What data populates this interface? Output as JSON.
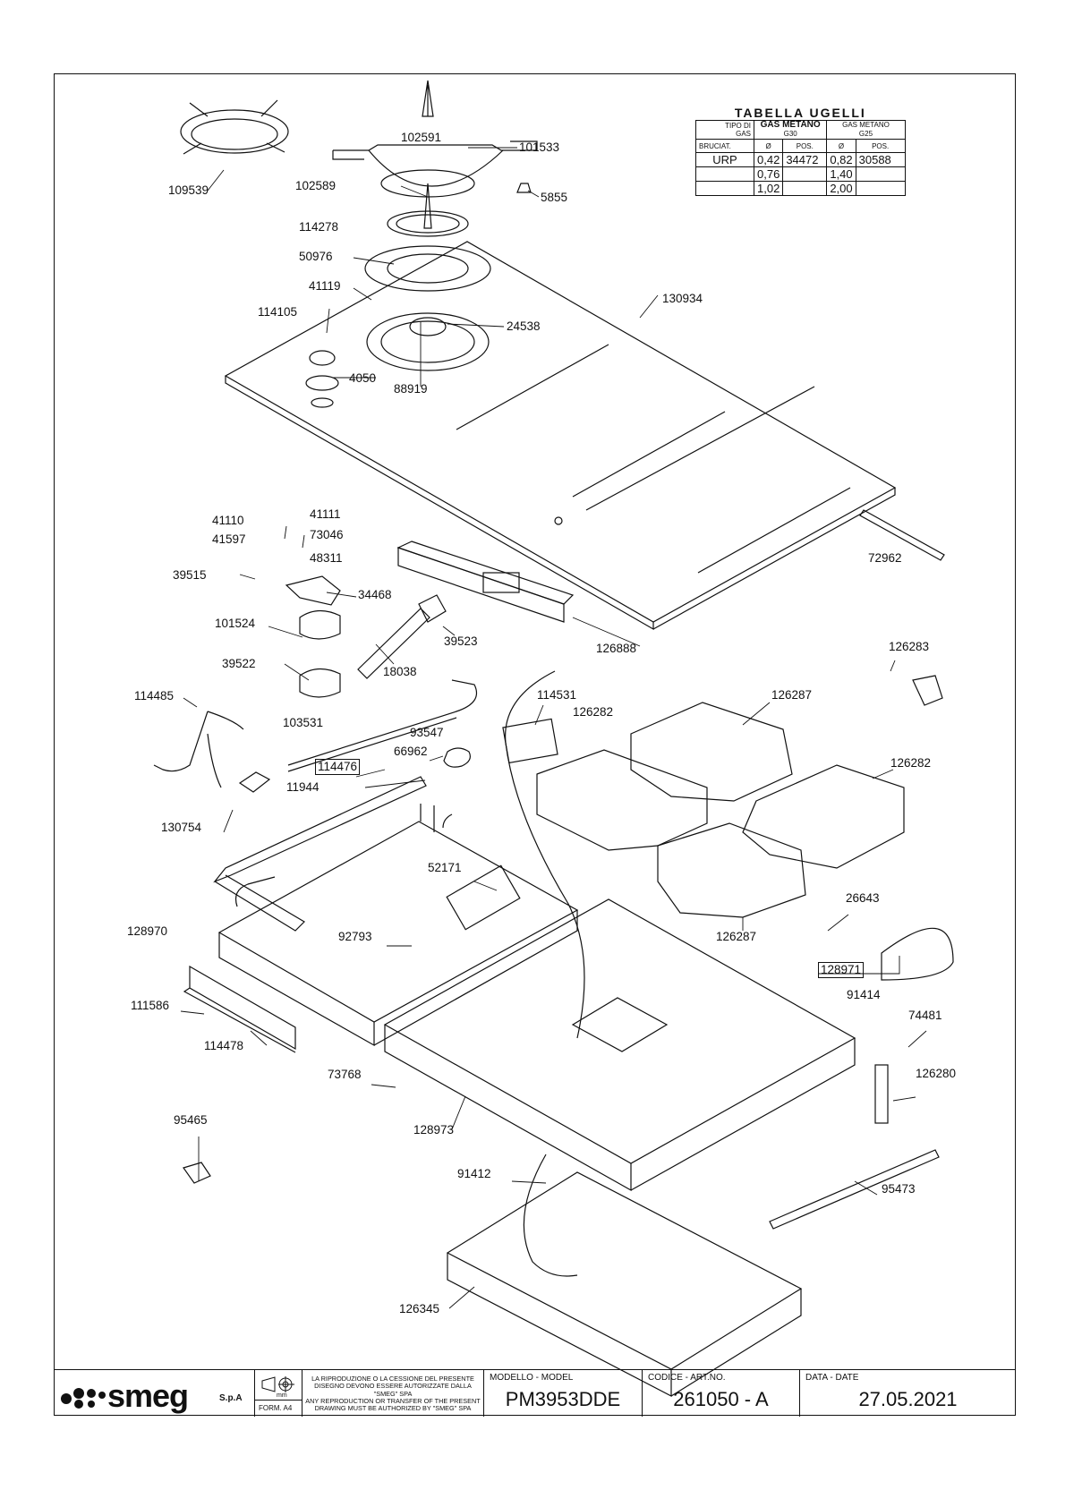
{
  "callouts": [
    {
      "id": "109539",
      "text": "109539"
    },
    {
      "id": "102591",
      "text": "102591"
    },
    {
      "id": "101533",
      "text": "101533"
    },
    {
      "id": "102589",
      "text": "102589"
    },
    {
      "id": "5855",
      "text": "5855"
    },
    {
      "id": "114278",
      "text": "114278"
    },
    {
      "id": "50976",
      "text": "50976"
    },
    {
      "id": "41119",
      "text": "41119"
    },
    {
      "id": "114105",
      "text": "114105"
    },
    {
      "id": "130934",
      "text": "130934"
    },
    {
      "id": "24538",
      "text": "24538"
    },
    {
      "id": "4050",
      "text": "4050"
    },
    {
      "id": "88919",
      "text": "88919"
    },
    {
      "id": "41110",
      "text": "41110"
    },
    {
      "id": "41111",
      "text": "41111"
    },
    {
      "id": "73046",
      "text": "73046"
    },
    {
      "id": "41597",
      "text": "41597"
    },
    {
      "id": "48311",
      "text": "48311"
    },
    {
      "id": "39515",
      "text": "39515"
    },
    {
      "id": "34468",
      "text": "34468"
    },
    {
      "id": "72962",
      "text": "72962"
    },
    {
      "id": "101524",
      "text": "101524"
    },
    {
      "id": "39523",
      "text": "39523"
    },
    {
      "id": "126888",
      "text": "126888"
    },
    {
      "id": "39522",
      "text": "39522"
    },
    {
      "id": "18038",
      "text": "18038"
    },
    {
      "id": "126283",
      "text": "126283"
    },
    {
      "id": "114485",
      "text": "114485"
    },
    {
      "id": "114531",
      "text": "114531"
    },
    {
      "id": "126287a",
      "text": "126287"
    },
    {
      "id": "103531",
      "text": "103531"
    },
    {
      "id": "126282a",
      "text": "126282"
    },
    {
      "id": "93547",
      "text": "93547"
    },
    {
      "id": "114476",
      "text": "114476"
    },
    {
      "id": "66962",
      "text": "66962"
    },
    {
      "id": "126282b",
      "text": "126282"
    },
    {
      "id": "11944",
      "text": "11944"
    },
    {
      "id": "130754",
      "text": "130754"
    },
    {
      "id": "52171",
      "text": "52171"
    },
    {
      "id": "26643",
      "text": "26643"
    },
    {
      "id": "128970",
      "text": "128970"
    },
    {
      "id": "92793",
      "text": "92793"
    },
    {
      "id": "126287b",
      "text": "126287"
    },
    {
      "id": "128971",
      "text": "128971"
    },
    {
      "id": "91414",
      "text": "91414"
    },
    {
      "id": "111586",
      "text": "111586"
    },
    {
      "id": "74481",
      "text": "74481"
    },
    {
      "id": "114478",
      "text": "114478"
    },
    {
      "id": "126280",
      "text": "126280"
    },
    {
      "id": "73768",
      "text": "73768"
    },
    {
      "id": "128973",
      "text": "128973"
    },
    {
      "id": "95465",
      "text": "95465"
    },
    {
      "id": "91412",
      "text": "91412"
    },
    {
      "id": "95473",
      "text": "95473"
    },
    {
      "id": "126345",
      "text": "126345"
    }
  ],
  "nozzle_table": {
    "title": "TABELLA UGELLI",
    "col_tipo_1": "TIPO DI",
    "col_tipo_2": "GAS",
    "col_bruc": "BRUCIAT.",
    "gas1_name": "GAS METANO",
    "gas1_code": "G30",
    "gas2_name": "GAS METANO",
    "gas2_code": "G25",
    "sym_d": "Ø",
    "sym_pos": "POS.",
    "rows": [
      {
        "burner": "URP",
        "d1": "0,42",
        "pos1": "34472",
        "d2": "0,82",
        "pos2": "30588"
      },
      {
        "burner": "",
        "d1": "0,76",
        "pos1": "",
        "d2": "1,40",
        "pos2": ""
      },
      {
        "burner": "",
        "d1": "1,02",
        "pos1": "",
        "d2": "2,00",
        "pos2": ""
      }
    ]
  },
  "title_block": {
    "logo": "smeg",
    "logo_suffix": "S.p.A",
    "mm": "mm",
    "form": "FORM. A4",
    "legal_it": "LA RIPRODUZIONE O LA CESSIONE DEL PRESENTE DISEGNO DEVONO ESSERE AUTORIZZATE DALLA \"SMEG\" SPA",
    "legal_en": "ANY REPRODUCTION OR TRANSFER OF THE PRESENT DRAWING MUST BE AUTHORIZED BY \"SMEG\" SPA",
    "model_caption": "MODELLO - MODEL",
    "model": "PM3953DDE",
    "code_caption": "CODICE - ART.NO.",
    "code": "261050 - A",
    "date_caption": "DATA - DATE",
    "date": "27.05.2021"
  }
}
